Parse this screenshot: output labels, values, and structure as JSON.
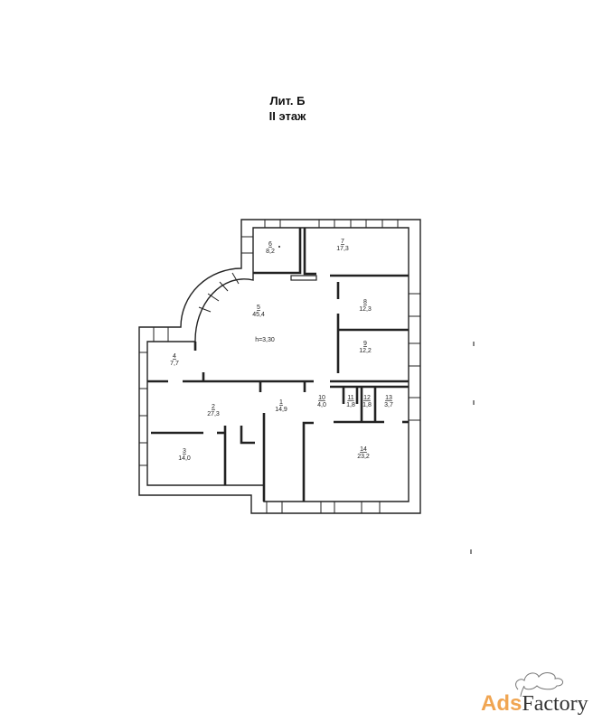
{
  "header": {
    "line1": "Лит. Б",
    "line2": "II этаж"
  },
  "rooms": [
    {
      "num": "1",
      "area": "14,9"
    },
    {
      "num": "2",
      "area": "27,3"
    },
    {
      "num": "3",
      "area": "14,0"
    },
    {
      "num": "4",
      "area": "7,7"
    },
    {
      "num": "5",
      "area": "45,4"
    },
    {
      "num": "6",
      "area": "8,2"
    },
    {
      "num": "7",
      "area": "17,3"
    },
    {
      "num": "8",
      "area": "12,3"
    },
    {
      "num": "9",
      "area": "12,2"
    },
    {
      "num": "10",
      "area": "4,0"
    },
    {
      "num": "11",
      "area": "1,8"
    },
    {
      "num": "12",
      "area": "1,8"
    },
    {
      "num": "13",
      "area": "3,7"
    },
    {
      "num": "14",
      "area": "23,2"
    }
  ],
  "height_note": "h=3,30",
  "watermark": {
    "part1": "Ads",
    "part2": "Factory",
    "accent": "#f0a552"
  }
}
